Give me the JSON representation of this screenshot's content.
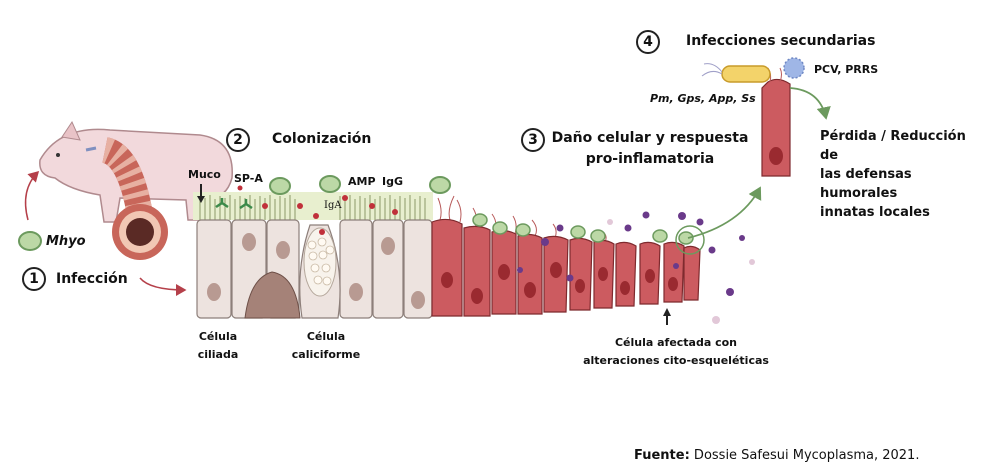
{
  "steps": {
    "s1": {
      "number": "1",
      "label": "Infección"
    },
    "s2": {
      "number": "2",
      "label": "Colonización"
    },
    "s3": {
      "number": "3",
      "label_line1": "Daño celular y respuesta",
      "label_line2": "pro-inflamatoria"
    },
    "s4": {
      "number": "4",
      "label": "Infecciones secundarias"
    }
  },
  "labels": {
    "mhyo": "Mhyo",
    "muco": "Muco",
    "spa": "SP-A",
    "amp": "AMP",
    "igg": "IgG",
    "iga": "IgA",
    "ciliated_line1": "Célula",
    "ciliated_line2": "ciliada",
    "goblet_line1": "Célula",
    "goblet_line2": "caliciforme",
    "affected_line1": "Célula afectada con",
    "affected_line2": "alteraciones cito-esqueléticas",
    "secondary_bacteria": "Pm, Gps, App, Ss",
    "viruses": "PCV, PRRS",
    "loss_line1": "Pérdida / Reducción de",
    "loss_line2": "las defensas humorales",
    "loss_line3": "innatas locales"
  },
  "source": {
    "prefix": "Fuente:",
    "text": " Dossie Safesui Mycoplasma, 2021."
  }
}
